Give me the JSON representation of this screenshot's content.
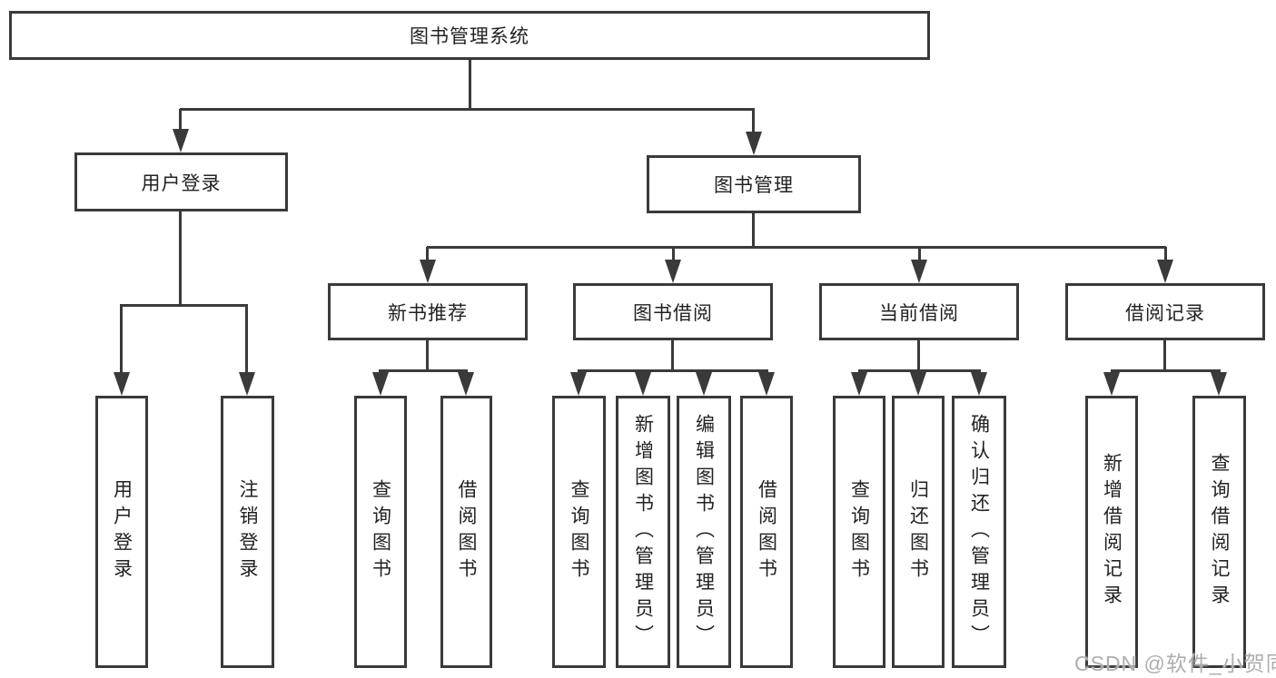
{
  "diagram": {
    "title": "图书管理系统",
    "root": {
      "label": "图书管理系统"
    },
    "branches": [
      {
        "label": "用户登录",
        "children": [
          {
            "label": "用户登录"
          },
          {
            "label": "注销登录"
          }
        ]
      },
      {
        "label": "图书管理",
        "children": [
          {
            "label": "新书推荐",
            "children": [
              {
                "label": "查询图书"
              },
              {
                "label": "借阅图书"
              }
            ]
          },
          {
            "label": "图书借阅",
            "children": [
              {
                "label": "查询图书"
              },
              {
                "label": "新增图书（管理员）"
              },
              {
                "label": "编辑图书（管理员）"
              },
              {
                "label": "借阅图书"
              }
            ]
          },
          {
            "label": "当前借阅",
            "children": [
              {
                "label": "查询图书"
              },
              {
                "label": "归还图书"
              },
              {
                "label": "确认归还（管理员）"
              }
            ]
          },
          {
            "label": "借阅记录",
            "children": [
              {
                "label": "新增借阅记录"
              },
              {
                "label": "查询借阅记录"
              }
            ]
          }
        ]
      }
    ]
  },
  "watermark": {
    "text": "CSDN @软件_小贺同学"
  },
  "colors": {
    "line": "#3a3a3a",
    "background": "#ffffff",
    "watermark": "#aeaeae"
  }
}
